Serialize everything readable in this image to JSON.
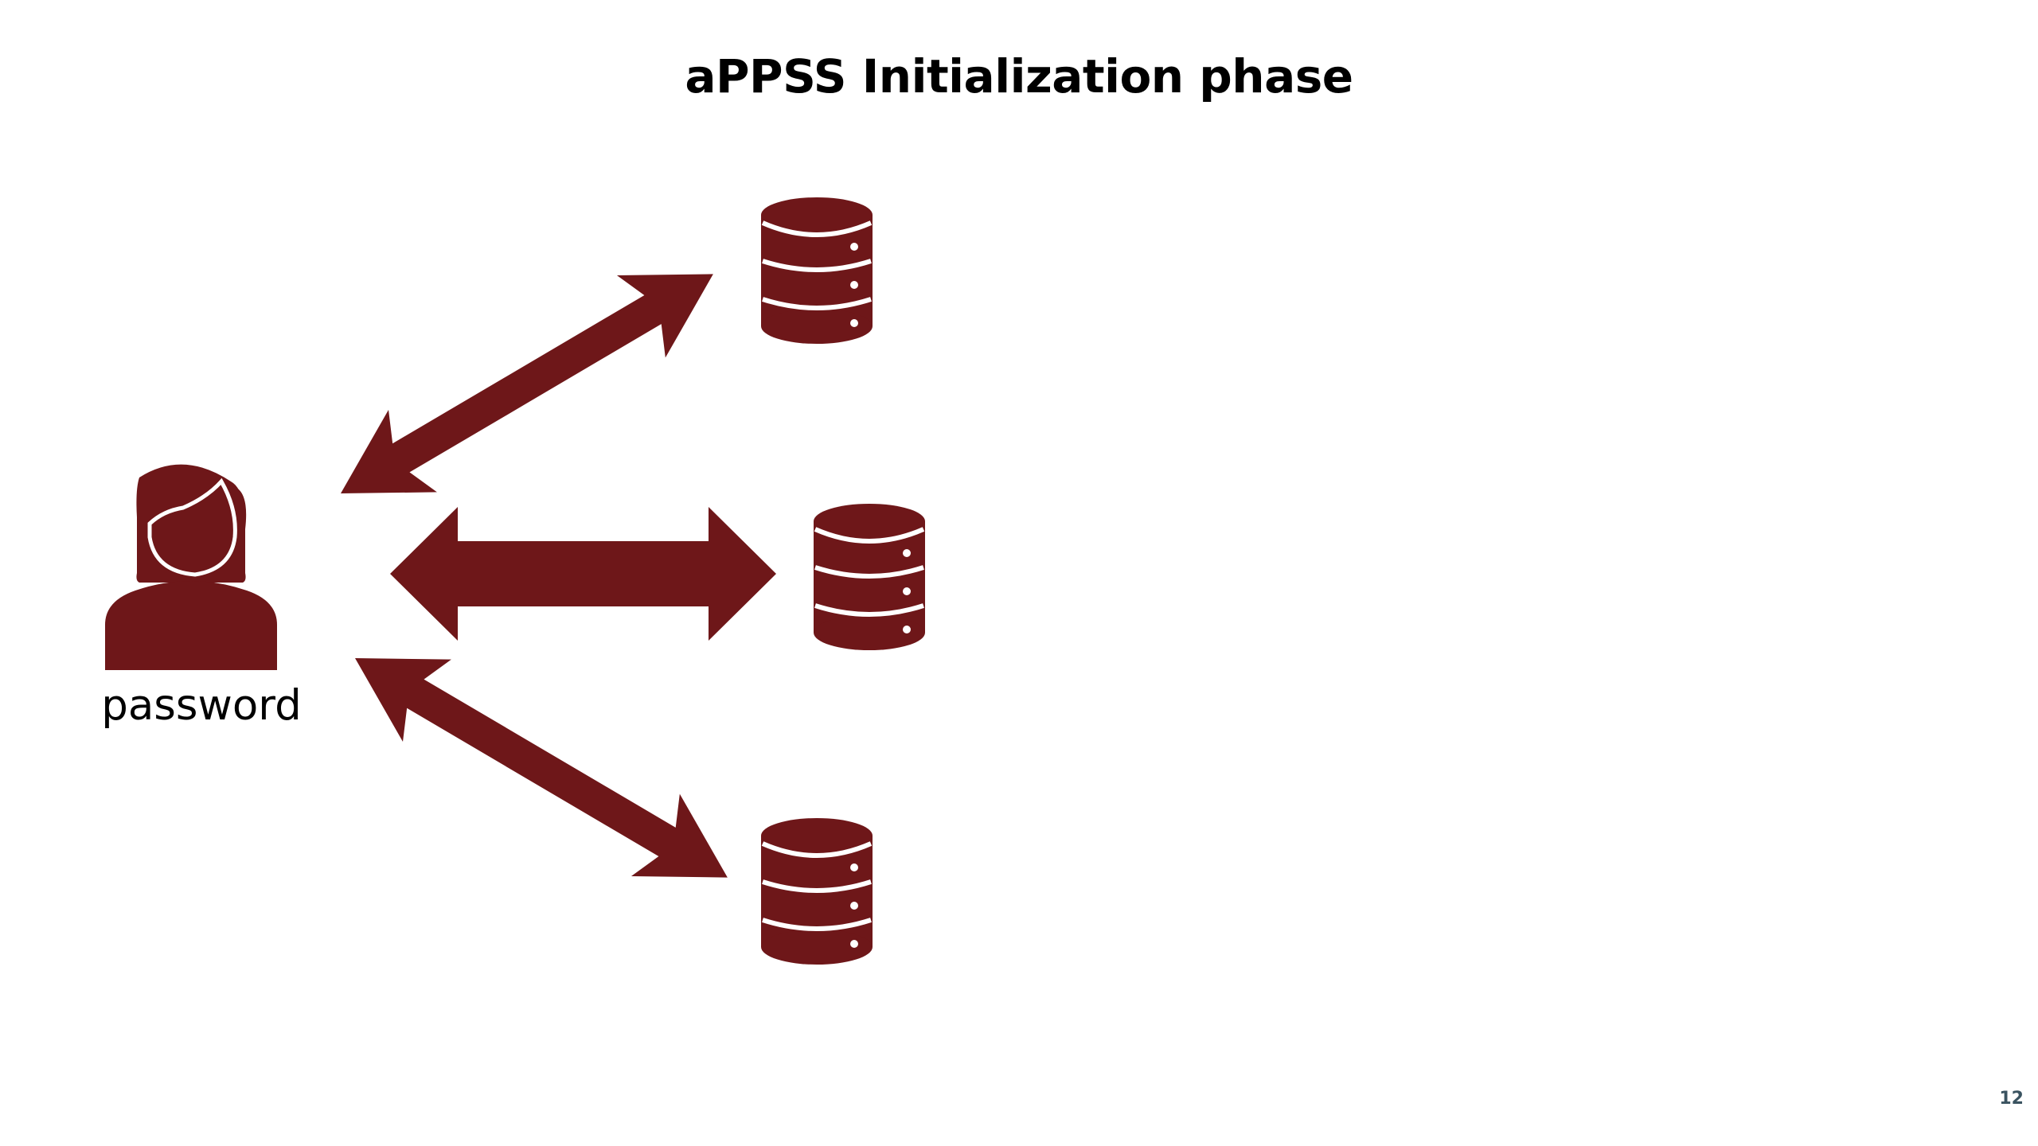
{
  "slide": {
    "title": "aPPSS Initialization phase",
    "page_number": "12"
  },
  "user": {
    "label": "password",
    "icon": "user-woman-icon"
  },
  "servers": [
    {
      "icon": "database-icon"
    },
    {
      "icon": "database-icon"
    },
    {
      "icon": "database-icon"
    }
  ],
  "arrows": [
    {
      "type": "double-arrow",
      "from": "user",
      "to": "server-1"
    },
    {
      "type": "double-arrow",
      "from": "user",
      "to": "server-2"
    },
    {
      "type": "double-arrow",
      "from": "user",
      "to": "server-3"
    }
  ],
  "colors": {
    "accent": "#6e1719",
    "text": "#000000",
    "page_number": "#3a5360",
    "background": "#ffffff"
  }
}
